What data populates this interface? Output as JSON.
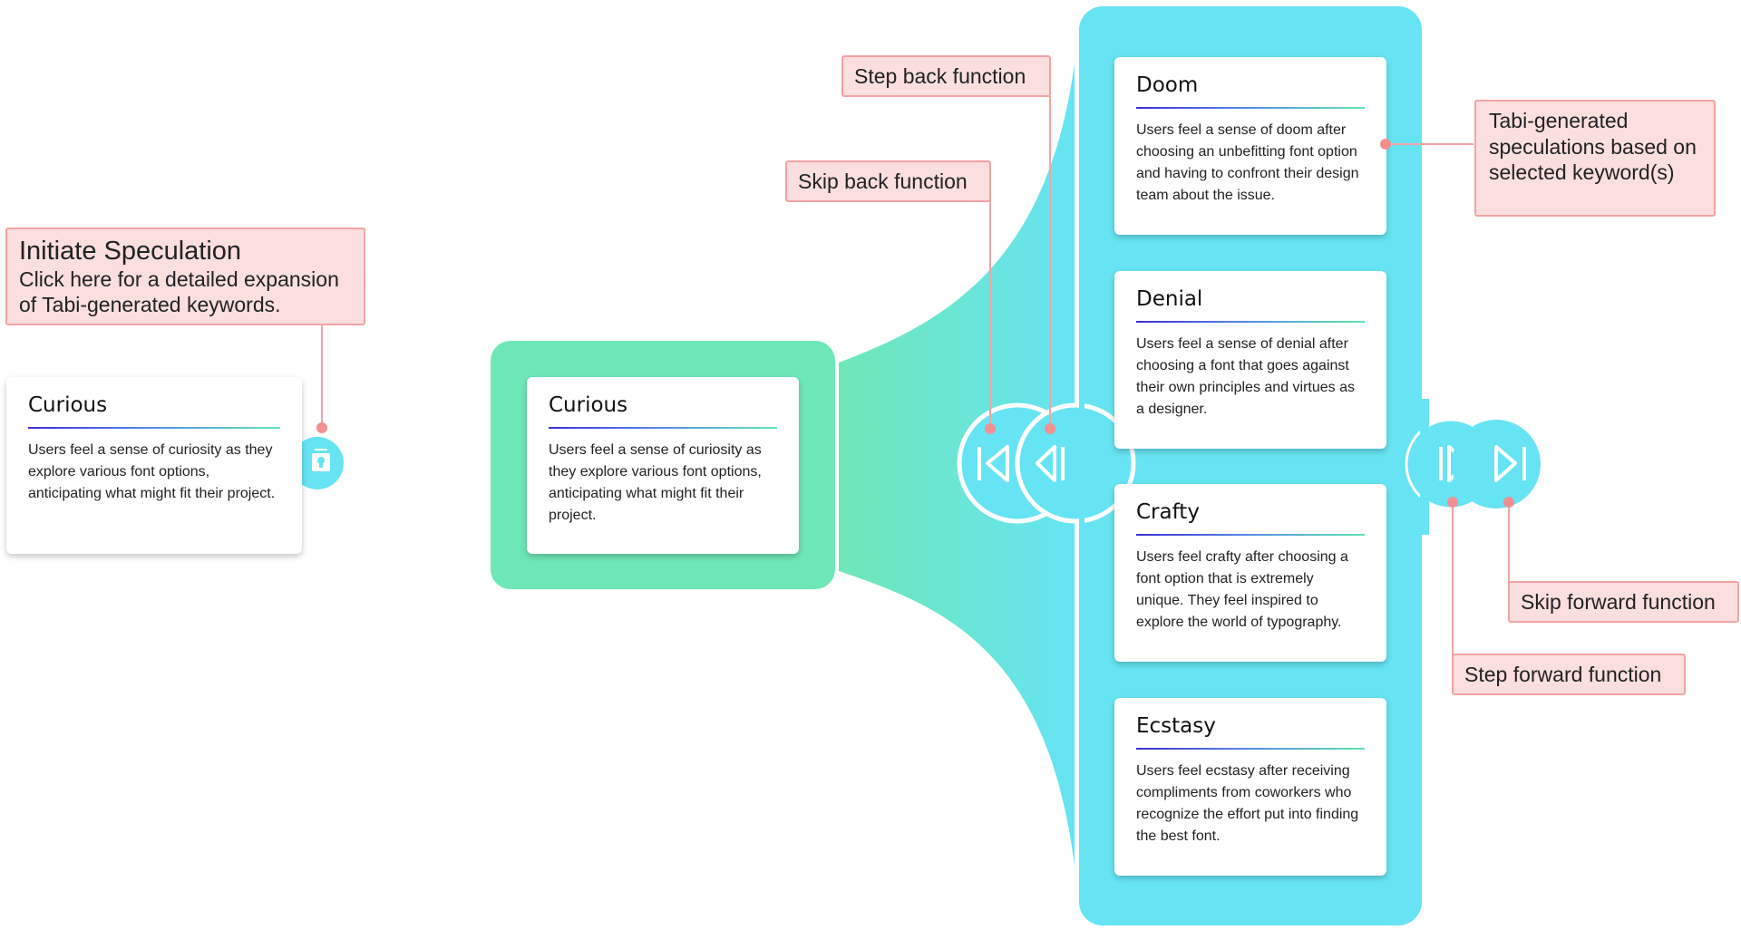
{
  "callouts": {
    "initiate": {
      "title": "Initiate Speculation",
      "subtitle": "Click here for a detailed expansion of Tabi-generated keywords."
    },
    "step_back": "Step back function",
    "skip_back": "Skip back function",
    "step_forward": "Step forward function",
    "skip_forward": "Skip forward function",
    "speculations": "Tabi-generated speculations based on selected keyword(s)"
  },
  "source_card": {
    "title": "Curious",
    "description": "Users feel a sense of curiosity as they explore various font options, anticipating what might fit their project."
  },
  "selected_card": {
    "title": "Curious",
    "description": "Users feel a sense of curiosity as they explore various font options, anticipating what might fit their project."
  },
  "speculations": [
    {
      "title": "Doom",
      "description": "Users feel a sense of doom after choosing an unbefitting font option and having to confront their design team about the issue."
    },
    {
      "title": "Denial",
      "description": "Users feel a sense of denial after choosing a font that goes against their own principles and virtues as a designer."
    },
    {
      "title": "Crafty",
      "description": "Users feel crafty after choosing a font option that is extremely unique. They feel inspired to explore the world of typography."
    },
    {
      "title": "Ecstasy",
      "description": "Users feel ecstasy after receiving compliments from coworkers who recognize the effort put into finding the best font."
    }
  ],
  "icons": {
    "initiate": "lightbulb-stack-icon",
    "skip_back": "skip-back-icon",
    "step_back": "step-back-icon",
    "step_forward": "step-forward-icon",
    "skip_forward": "skip-forward-icon"
  },
  "colors": {
    "green_panel": "#6ee7b7",
    "cyan_panel": "#67e4f2",
    "callout_fill": "#fbdede",
    "callout_border": "#f4a3a3"
  }
}
